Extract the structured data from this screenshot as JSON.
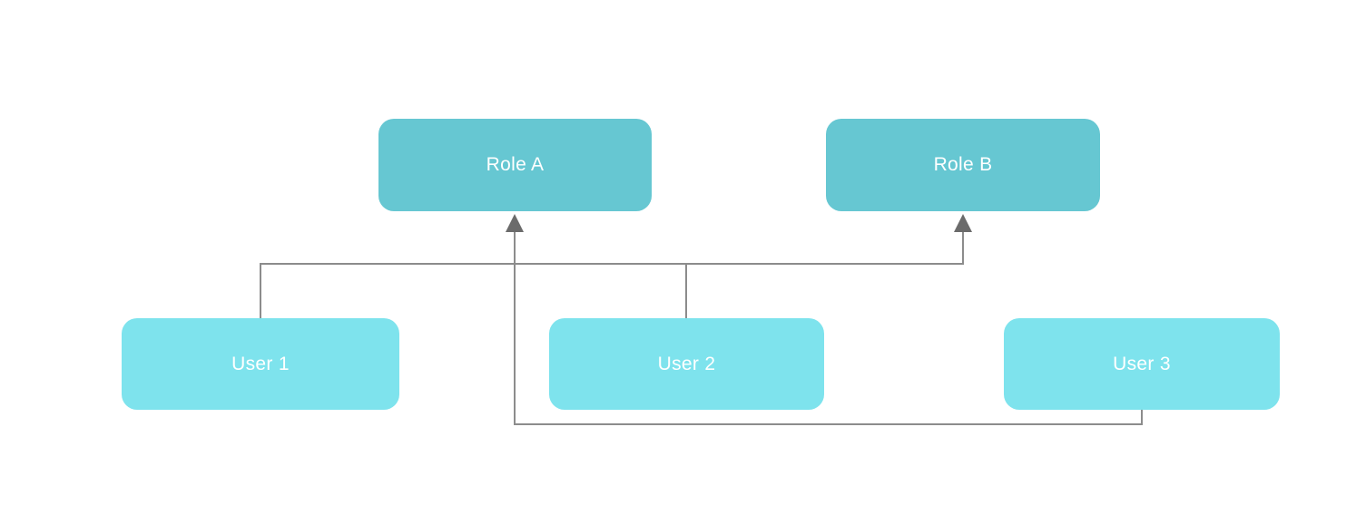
{
  "diagram": {
    "type": "user-role-assignment",
    "nodes": {
      "roleA": {
        "label": "Role A",
        "kind": "role"
      },
      "roleB": {
        "label": "Role B",
        "kind": "role"
      },
      "user1": {
        "label": "User 1",
        "kind": "user"
      },
      "user2": {
        "label": "User 2",
        "kind": "user"
      },
      "user3": {
        "label": "User 3",
        "kind": "user"
      }
    },
    "edges": [
      {
        "from": "User 1",
        "to": "Role B",
        "arrow": "end"
      },
      {
        "from": "User 2",
        "to": "Role B",
        "arrow": "end"
      },
      {
        "from": "User 3",
        "to": "Role A",
        "arrow": "end"
      }
    ],
    "colors": {
      "role_fill": "#66c7d2",
      "user_fill": "#7ee3ed",
      "connector": "#8c8c8c",
      "label_text": "#ffffff",
      "background": "#ffffff"
    }
  }
}
